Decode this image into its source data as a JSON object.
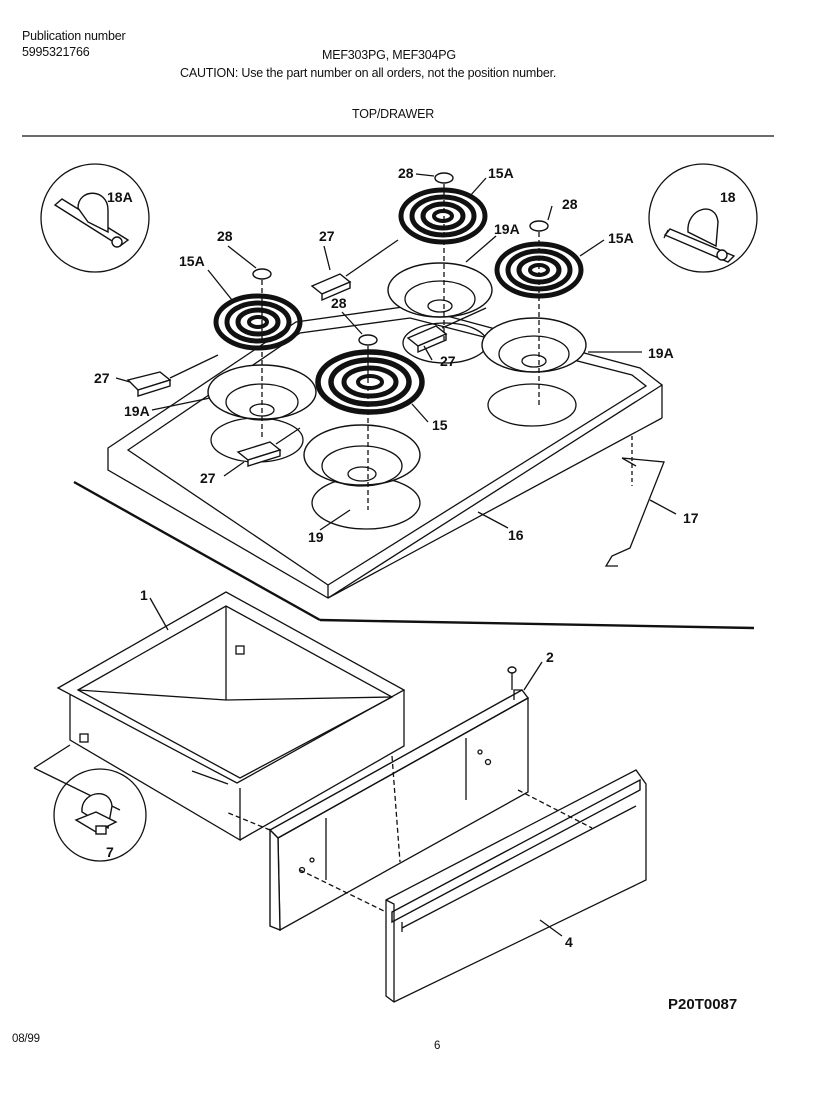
{
  "header": {
    "pub_label": "Publication number",
    "pub_number": "5995321766",
    "models": "MEF303PG, MEF304PG",
    "caution": "CAUTION:  Use the part number on all orders, not the position number.",
    "section_title": "TOP/DRAWER"
  },
  "diagram": {
    "callouts": {
      "p18A": "18A",
      "p18": "18",
      "p28a": "28",
      "p28b": "28",
      "p28c": "28",
      "p28d": "28",
      "p15Aa": "15A",
      "p15Ab": "15A",
      "p15Ac": "15A",
      "p27a": "27",
      "p27b": "27",
      "p27c": "27",
      "p27d": "27",
      "p19Aa": "19A",
      "p19Ab": "19A",
      "p19Ac": "19A",
      "p15": "15",
      "p19": "19",
      "p16": "16",
      "p17": "17",
      "p1": "1",
      "p2": "2",
      "p7": "7",
      "p4": "4"
    },
    "figure_code": "P20T0087"
  },
  "footer": {
    "date": "08/99",
    "page": "6"
  }
}
